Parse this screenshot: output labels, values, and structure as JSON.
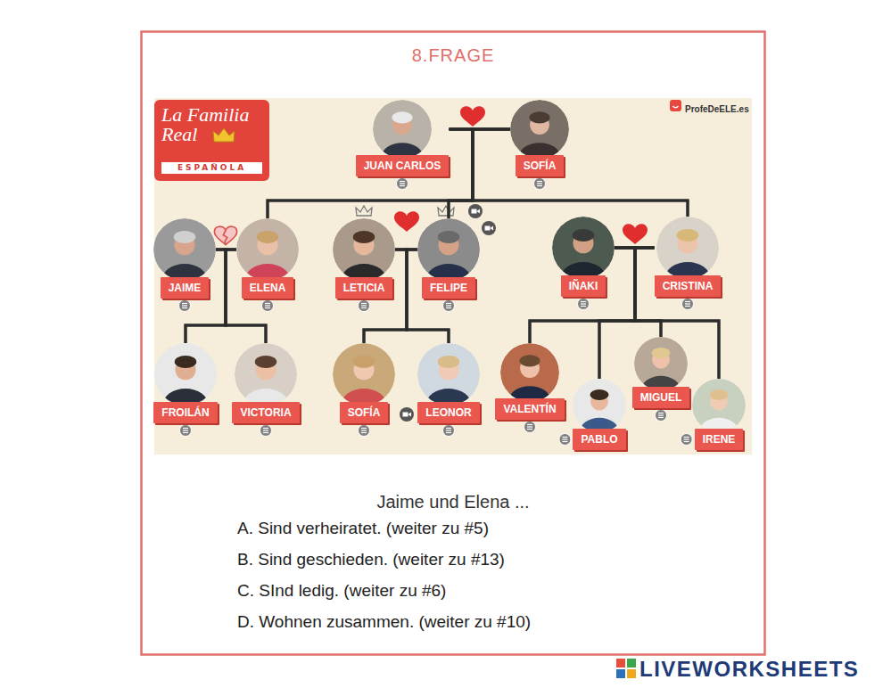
{
  "diagram": {
    "title": "8.FRAGE",
    "nodes": [
      {
        "text": [
          "La Familia Real",
          "ESPAÑOLA"
        ]
      },
      {
        "text": [
          "JUAN CARLOS"
        ]
      },
      {
        "text": [
          "SOFÍA"
        ]
      },
      {
        "text": [
          "JAIME"
        ]
      },
      {
        "text": [
          "ELENA"
        ]
      },
      {
        "text": [
          "LETICIA"
        ]
      },
      {
        "text": [
          "FELIPE"
        ]
      },
      {
        "text": [
          "IÑAKI"
        ]
      },
      {
        "text": [
          "CRISTINA"
        ]
      },
      {
        "text": [
          "FROILÁN"
        ]
      },
      {
        "text": [
          "VICTORIA"
        ]
      },
      {
        "text": [
          "SOFÍA"
        ]
      },
      {
        "text": [
          "LEONOR"
        ]
      },
      {
        "text": [
          "VALENTÍN"
        ]
      },
      {
        "text": [
          "PABLO"
        ]
      },
      {
        "text": [
          "MIGUEL"
        ]
      },
      {
        "text": [
          "IRENE"
        ]
      }
    ],
    "edges": [
      {
        "from": 1,
        "to": 2,
        "arrow": "none"
      },
      {
        "from": 1,
        "to": 4,
        "arrow": "none"
      },
      {
        "from": 2,
        "to": 4,
        "arrow": "none"
      },
      {
        "from": 1,
        "to": 6,
        "arrow": "none"
      },
      {
        "from": 2,
        "to": 6,
        "arrow": "none"
      },
      {
        "from": 1,
        "to": 8,
        "arrow": "none"
      },
      {
        "from": 2,
        "to": 8,
        "arrow": "none"
      },
      {
        "from": 3,
        "to": 4,
        "arrow": "none"
      },
      {
        "from": 5,
        "to": 6,
        "arrow": "none"
      },
      {
        "from": 7,
        "to": 8,
        "arrow": "none"
      },
      {
        "from": 3,
        "to": 9,
        "arrow": "none"
      },
      {
        "from": 4,
        "to": 9,
        "arrow": "none"
      },
      {
        "from": 3,
        "to": 10,
        "arrow": "none"
      },
      {
        "from": 4,
        "to": 10,
        "arrow": "none"
      },
      {
        "from": 5,
        "to": 11,
        "arrow": "none"
      },
      {
        "from": 6,
        "to": 11,
        "arrow": "none"
      },
      {
        "from": 5,
        "to": 12,
        "arrow": "none"
      },
      {
        "from": 6,
        "to": 12,
        "arrow": "none"
      },
      {
        "from": 7,
        "to": 13,
        "arrow": "none"
      },
      {
        "from": 8,
        "to": 13,
        "arrow": "none"
      },
      {
        "from": 7,
        "to": 14,
        "arrow": "none"
      },
      {
        "from": 8,
        "to": 14,
        "arrow": "none"
      },
      {
        "from": 7,
        "to": 15,
        "arrow": "none"
      },
      {
        "from": 8,
        "to": 15,
        "arrow": "none"
      },
      {
        "from": 7,
        "to": 16,
        "arrow": "none"
      },
      {
        "from": 8,
        "to": 16,
        "arrow": "none"
      }
    ],
    "labels": [
      "ProfeDeELE.es",
      "Jaime und Elena ...",
      "A. Sind verheiratet. (weiter zu #5)",
      "B. Sind geschieden. (weiter zu #13)",
      "C. SInd ledig. (weiter zu #6)",
      "D. Wohnen zusammen. (weiter zu #10)",
      "LIVEWORKSHEETS"
    ]
  }
}
